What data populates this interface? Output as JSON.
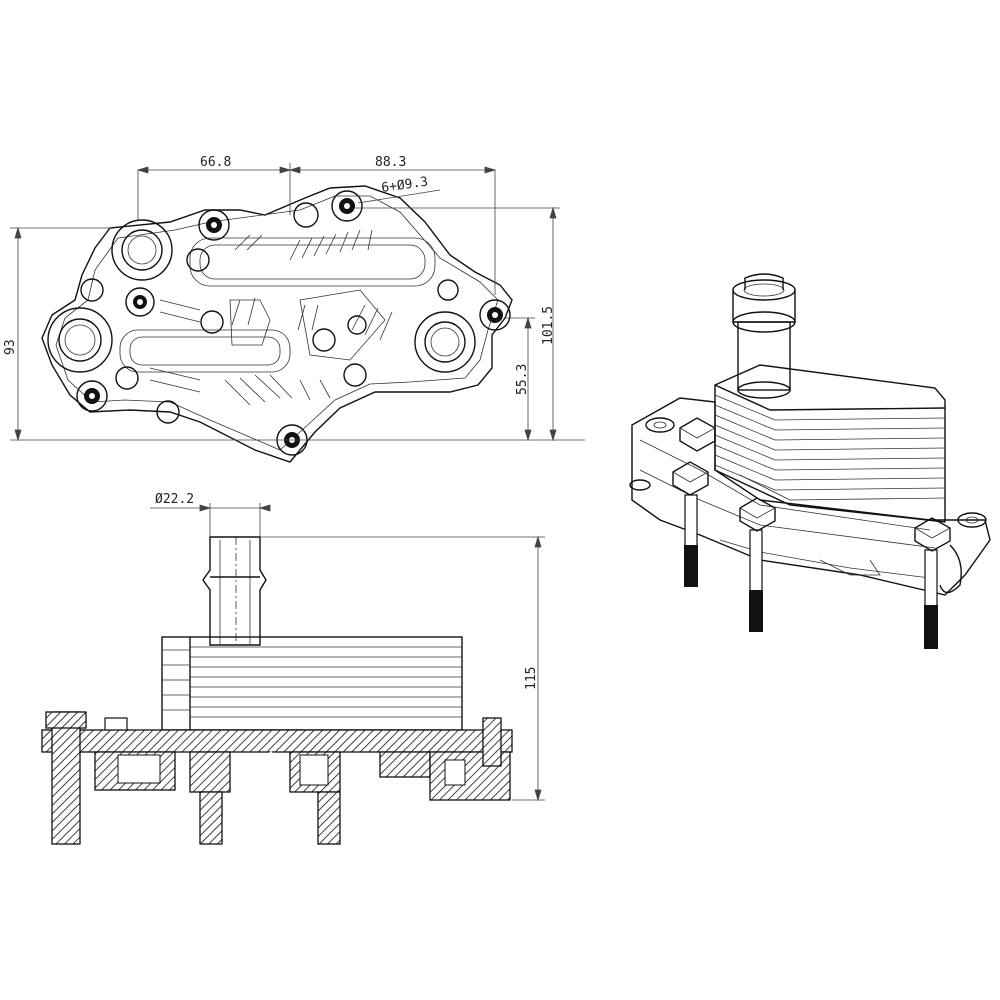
{
  "dimensions": {
    "top_width_left": "66.8",
    "top_width_right": "88.3",
    "holes": "6+Ø9.3",
    "height_left": "93",
    "height_right": "101.5",
    "height_inner": "55.3",
    "pipe_diameter": "Ø22.2",
    "total_height": "115"
  }
}
